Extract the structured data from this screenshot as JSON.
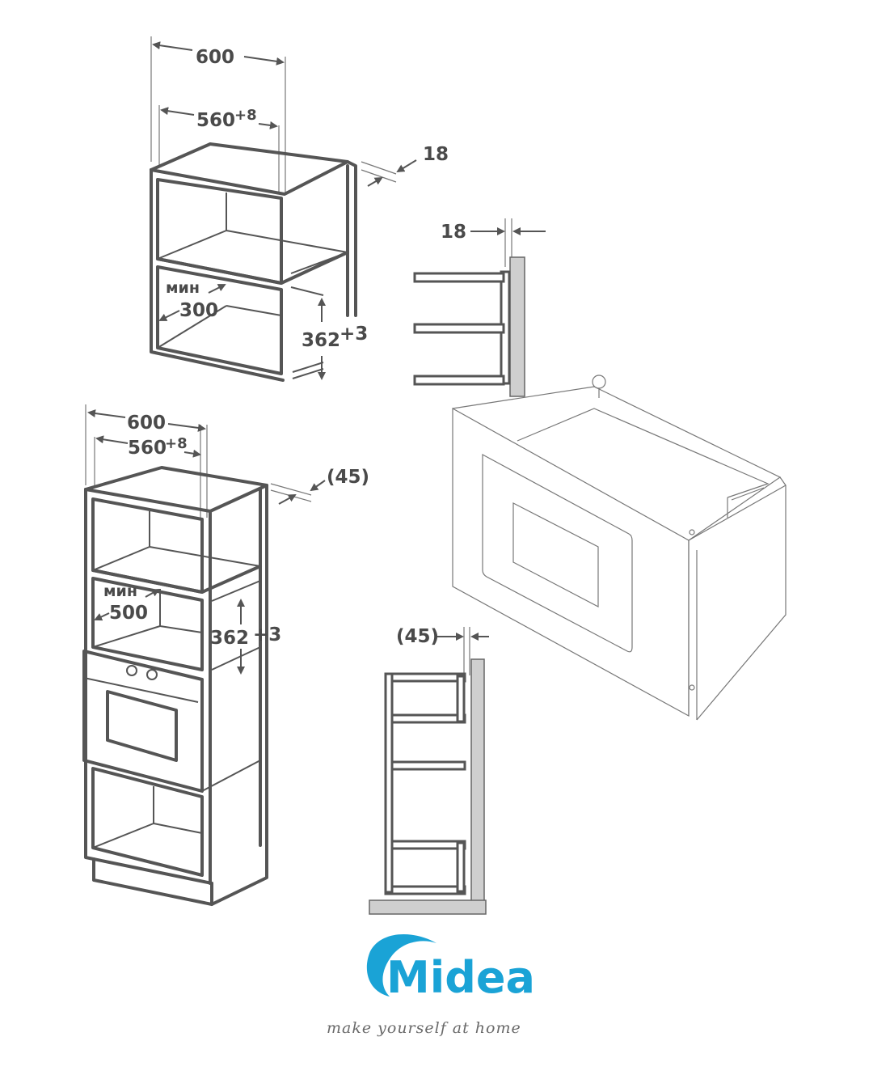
{
  "top_cabinet": {
    "width_total": "600",
    "width_inner": "560",
    "width_inner_tol": "+8",
    "panel_thickness": "18",
    "min_label": "мин",
    "min_depth": "300",
    "height": "362",
    "height_tol": "+3"
  },
  "side_bracket_top": {
    "thickness": "18"
  },
  "tall_cabinet": {
    "width_total": "600",
    "width_inner": "560",
    "width_inner_tol": "+8",
    "gap": "(45)",
    "min_label": "мин",
    "min_depth": "500",
    "height": "362",
    "height_tol": "+3"
  },
  "side_bracket_bottom": {
    "gap": "(45)"
  },
  "logo": {
    "brand": "Midea",
    "slogan": "make yourself at home",
    "color": "#1aa3d6"
  }
}
